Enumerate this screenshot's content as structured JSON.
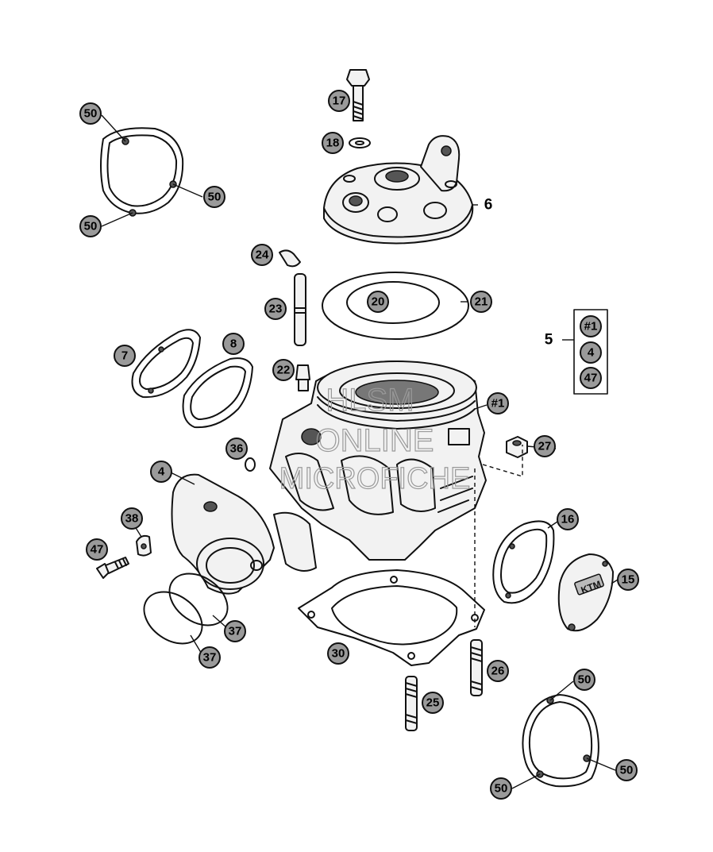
{
  "callouts": {
    "c50a": "50",
    "c50b": "50",
    "c50c": "50",
    "c17": "17",
    "c18": "18",
    "c6": "6",
    "c24": "24",
    "c23": "23",
    "c20": "20",
    "c21": "21",
    "c5": "5",
    "c5_1": "#1",
    "c5_2": "4",
    "c5_3": "47",
    "c7": "7",
    "c8": "8",
    "c22": "22",
    "c1": "#1",
    "c27": "27",
    "c36": "36",
    "c4": "4",
    "c38": "38",
    "c47": "47",
    "c16": "16",
    "c15": "15",
    "c37a": "37",
    "c37b": "37",
    "c30": "30",
    "c26": "26",
    "c25": "25",
    "c50d": "50",
    "c50e": "50",
    "c50f": "50"
  },
  "watermark": {
    "line1": "HLSM",
    "line2": "ONLINE",
    "line3": "MICROFICHE"
  },
  "cover_logo": "KTM",
  "colors": {
    "callout_fill": "#9a9a9a",
    "ink": "#111111",
    "watermark": "#9a9a9a"
  }
}
